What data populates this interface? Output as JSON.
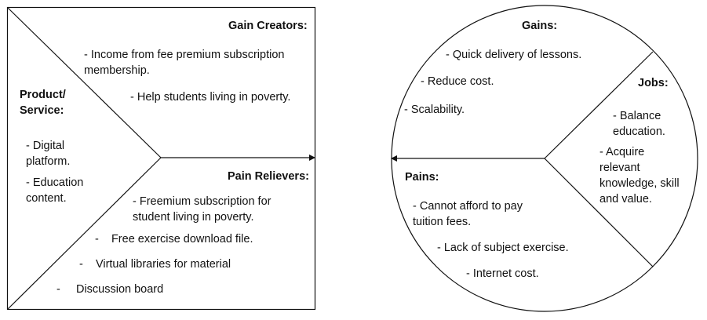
{
  "product_map": {
    "gain_creators": {
      "title": "Gain Creators:",
      "items": [
        "- Income from fee premium subscription",
        "membership.",
        "- Help students living in poverty."
      ]
    },
    "product_service": {
      "title_line1": "Product/",
      "title_line2": "Service:",
      "items": [
        "- Digital",
        "platform.",
        "- Education",
        "content."
      ]
    },
    "pain_relievers": {
      "title": "Pain Relievers:",
      "items": [
        "- Freemium subscription for",
        "student living in poverty.",
        "-    Free exercise download file.",
        "-    Virtual libraries for material",
        "-     Discussion board"
      ]
    }
  },
  "customer_profile": {
    "gains": {
      "title": "Gains:",
      "items": [
        "- Quick delivery of lessons.",
        "- Reduce cost.",
        "- Scalability."
      ]
    },
    "jobs": {
      "title": "Jobs:",
      "items": [
        "- Balance",
        "education.",
        "- Acquire",
        "relevant",
        "knowledge, skill",
        "and value."
      ]
    },
    "pains": {
      "title": "Pains:",
      "items": [
        "- Cannot afford to pay",
        "tuition fees.",
        "- Lack of subject exercise.",
        "- Internet cost."
      ]
    }
  }
}
